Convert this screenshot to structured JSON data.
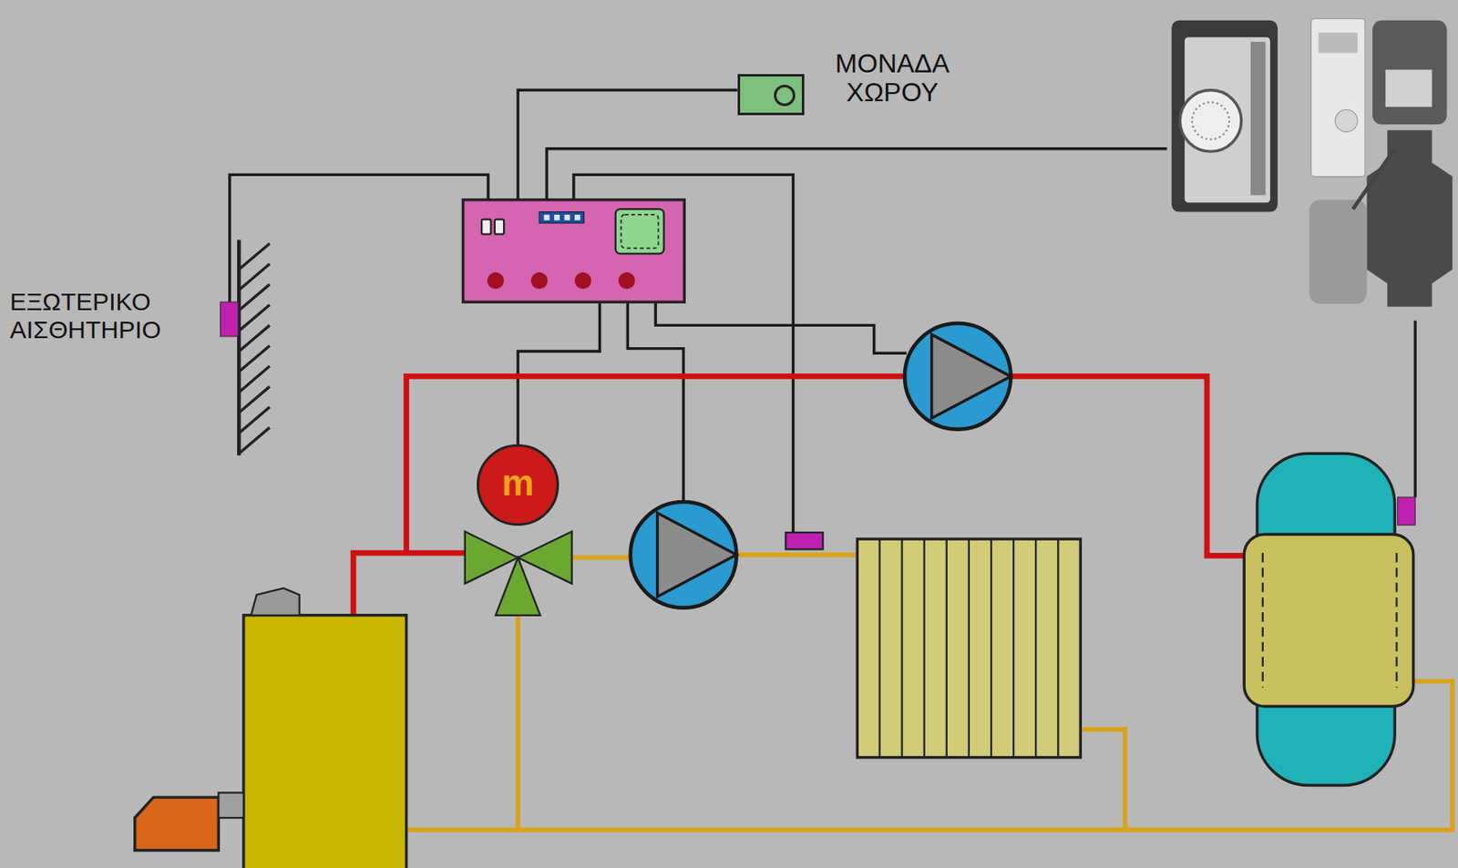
{
  "diagram": {
    "nodes": [
      {
        "text": [
          "ΜΟΝΑΔΑ ΧΩΡΟΥ"
        ]
      },
      {
        "text": [
          "ΕΞΩΤΕΡΙΚΟ ΑΙΣΘΗΤΗΡΙΟ"
        ]
      },
      {
        "text": [
          "m"
        ]
      }
    ]
  }
}
